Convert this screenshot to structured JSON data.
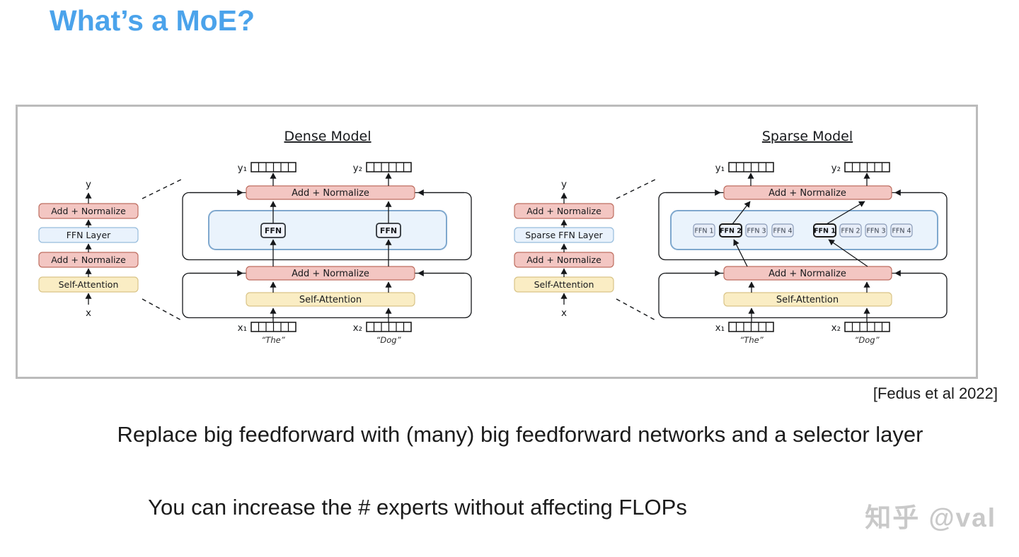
{
  "slide": {
    "title": "What’s a MoE?",
    "citation": "[Fedus et al 2022]",
    "body_line1": "Replace big feedforward with (many) big feedforward networks and a selector layer",
    "body_line2": "You can increase the # experts without affecting FLOPs",
    "watermark": "知乎 @val"
  },
  "figure": {
    "dense_title": "Dense Model",
    "sparse_title": "Sparse Model",
    "labels": {
      "add_normalize": "Add + Normalize",
      "self_attention": "Self-Attention",
      "ffn_layer": "FFN Layer",
      "sparse_ffn_layer": "Sparse FFN Layer",
      "ffn": "FFN",
      "y": "y",
      "x": "x",
      "y1": "y₁",
      "y2": "y₂",
      "x1": "x₁",
      "x2": "x₂",
      "token_the": "“The”",
      "token_dog": "“Dog”"
    },
    "experts": [
      "FFN 1",
      "FFN 2",
      "FFN 3",
      "FFN 4"
    ]
  },
  "colors": {
    "title_blue": "#4BA3EB",
    "box_pink": "#F3C6C2",
    "box_pink_border": "#BE6E60",
    "box_blue": "#E9F2FC",
    "box_yellow": "#FAEDC4",
    "expert_container_blue": "#EAF3FC",
    "figure_border_gray": "#BBBBBB",
    "watermark_gray": "#C9C9C9"
  }
}
